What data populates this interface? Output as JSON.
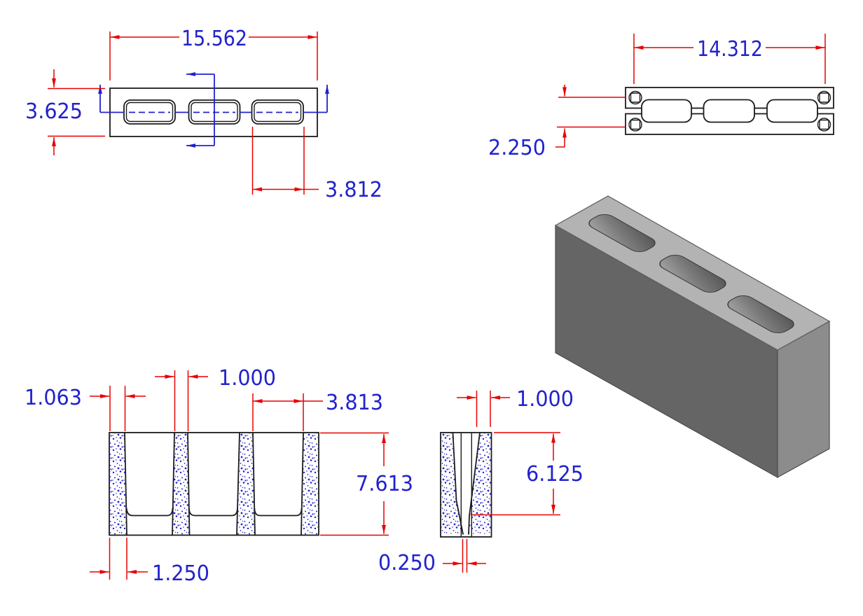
{
  "colors": {
    "dimension_red": "#e80000",
    "annotation_blue": "#2222cc",
    "outline_black": "#1c1c1c",
    "block_top_face": "#b3b3b3",
    "block_front_face": "#656565",
    "block_right_face": "#8c8c8c",
    "background": "#ffffff"
  },
  "views": {
    "top": {
      "dims": {
        "overall_width": "15.562",
        "overall_depth": "3.625",
        "cell_width": "3.812"
      }
    },
    "bottom": {
      "dims": {
        "core_span": "14.312",
        "row_spacing": "2.250"
      }
    },
    "front_section": {
      "dims": {
        "end_shell_top": "1.063",
        "web_top": "1.000",
        "cell_top": "3.813",
        "overall_height": "7.613",
        "end_shell_bottom": "1.250"
      }
    },
    "side_section": {
      "dims": {
        "shell_top": "1.000",
        "taper_depth": "6.125",
        "bottom_gap": "0.250"
      }
    }
  }
}
